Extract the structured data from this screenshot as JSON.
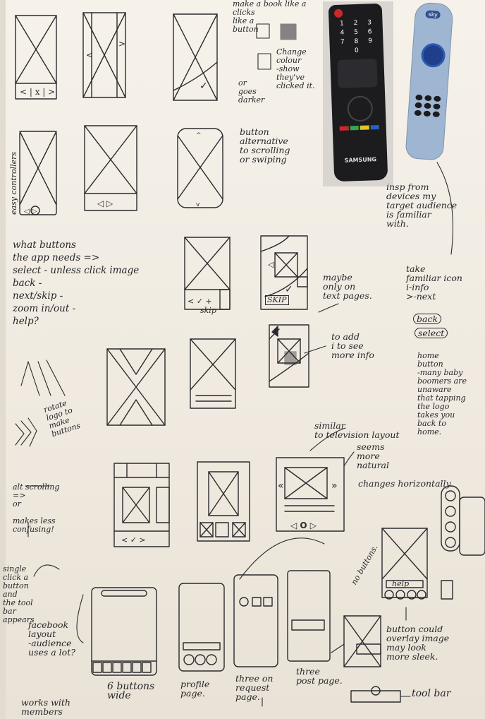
{
  "notes": {
    "clicks_header": "make a book like a\nclicks\nlike a\nbutton",
    "change_colour": "Change\ncolour\n-show\nthey've\nclicked it.",
    "or_goes_darker": "or\ngoes\ndarker",
    "button_alternative": "button\nalternative\nto scrolling\nor swiping",
    "inspiration": "insp from\ndevices my\ntarget audience\nis familiar\nwith.",
    "take_familiar": "take\nfamiliar icon\ni-info\n>-next",
    "back_btn": "back",
    "select_btn": "select",
    "home_button": "home\nbutton\n-many baby\nboomers are\nunaware\nthat tapping\nthe logo\ntakes you\nback to\nhome.",
    "side_label": "easy controllers",
    "buttons_needed": "what buttons\nthe app needs =>\nselect - unless click image\nback -\nnext/skip -\nzoom in/out -\nhelp?",
    "maybe_only": "maybe\nonly on\ntext pages.",
    "to_add_info": "to add\ni to see\nmore info",
    "rotate_logo": "rotate\nlogo to\nmake\nbuttons",
    "similar_tv": "similar\nto television layout",
    "seems_natural": "seems\nmore\nnatural",
    "changes_horiz": "changes horizontally.",
    "alt_scrolling": "alt scrolling\n=>\nor\n\nmakes less\nconfusing!",
    "single_click": "single\nclick a\nbutton and\nthe tool\nbar\nappears",
    "facebook": "facebook\nlayout\n-audience\nuses a lot?",
    "works_with": "works with\nmembers",
    "six_buttons": "6 buttons\nwide",
    "profile_page": "profile\npage.",
    "three_request": "three on\nrequest\npage.",
    "three_post": "three\npost page.",
    "no_buttons": "no buttons.",
    "button_overlay": "button could\noverlay image\nmay look\nmore sleek.",
    "tool_bar": "tool bar",
    "skip1": "skip",
    "skip2": "SKIP",
    "help": "help"
  },
  "remote1": {
    "brand": "SAMSUNG",
    "keys": [
      "1",
      "2",
      "3",
      "4",
      "5",
      "6",
      "7",
      "8",
      "9",
      "0"
    ],
    "color": "#1c1c1e"
  },
  "remote2": {
    "brand": "sky",
    "color": "#9fb6d3"
  }
}
